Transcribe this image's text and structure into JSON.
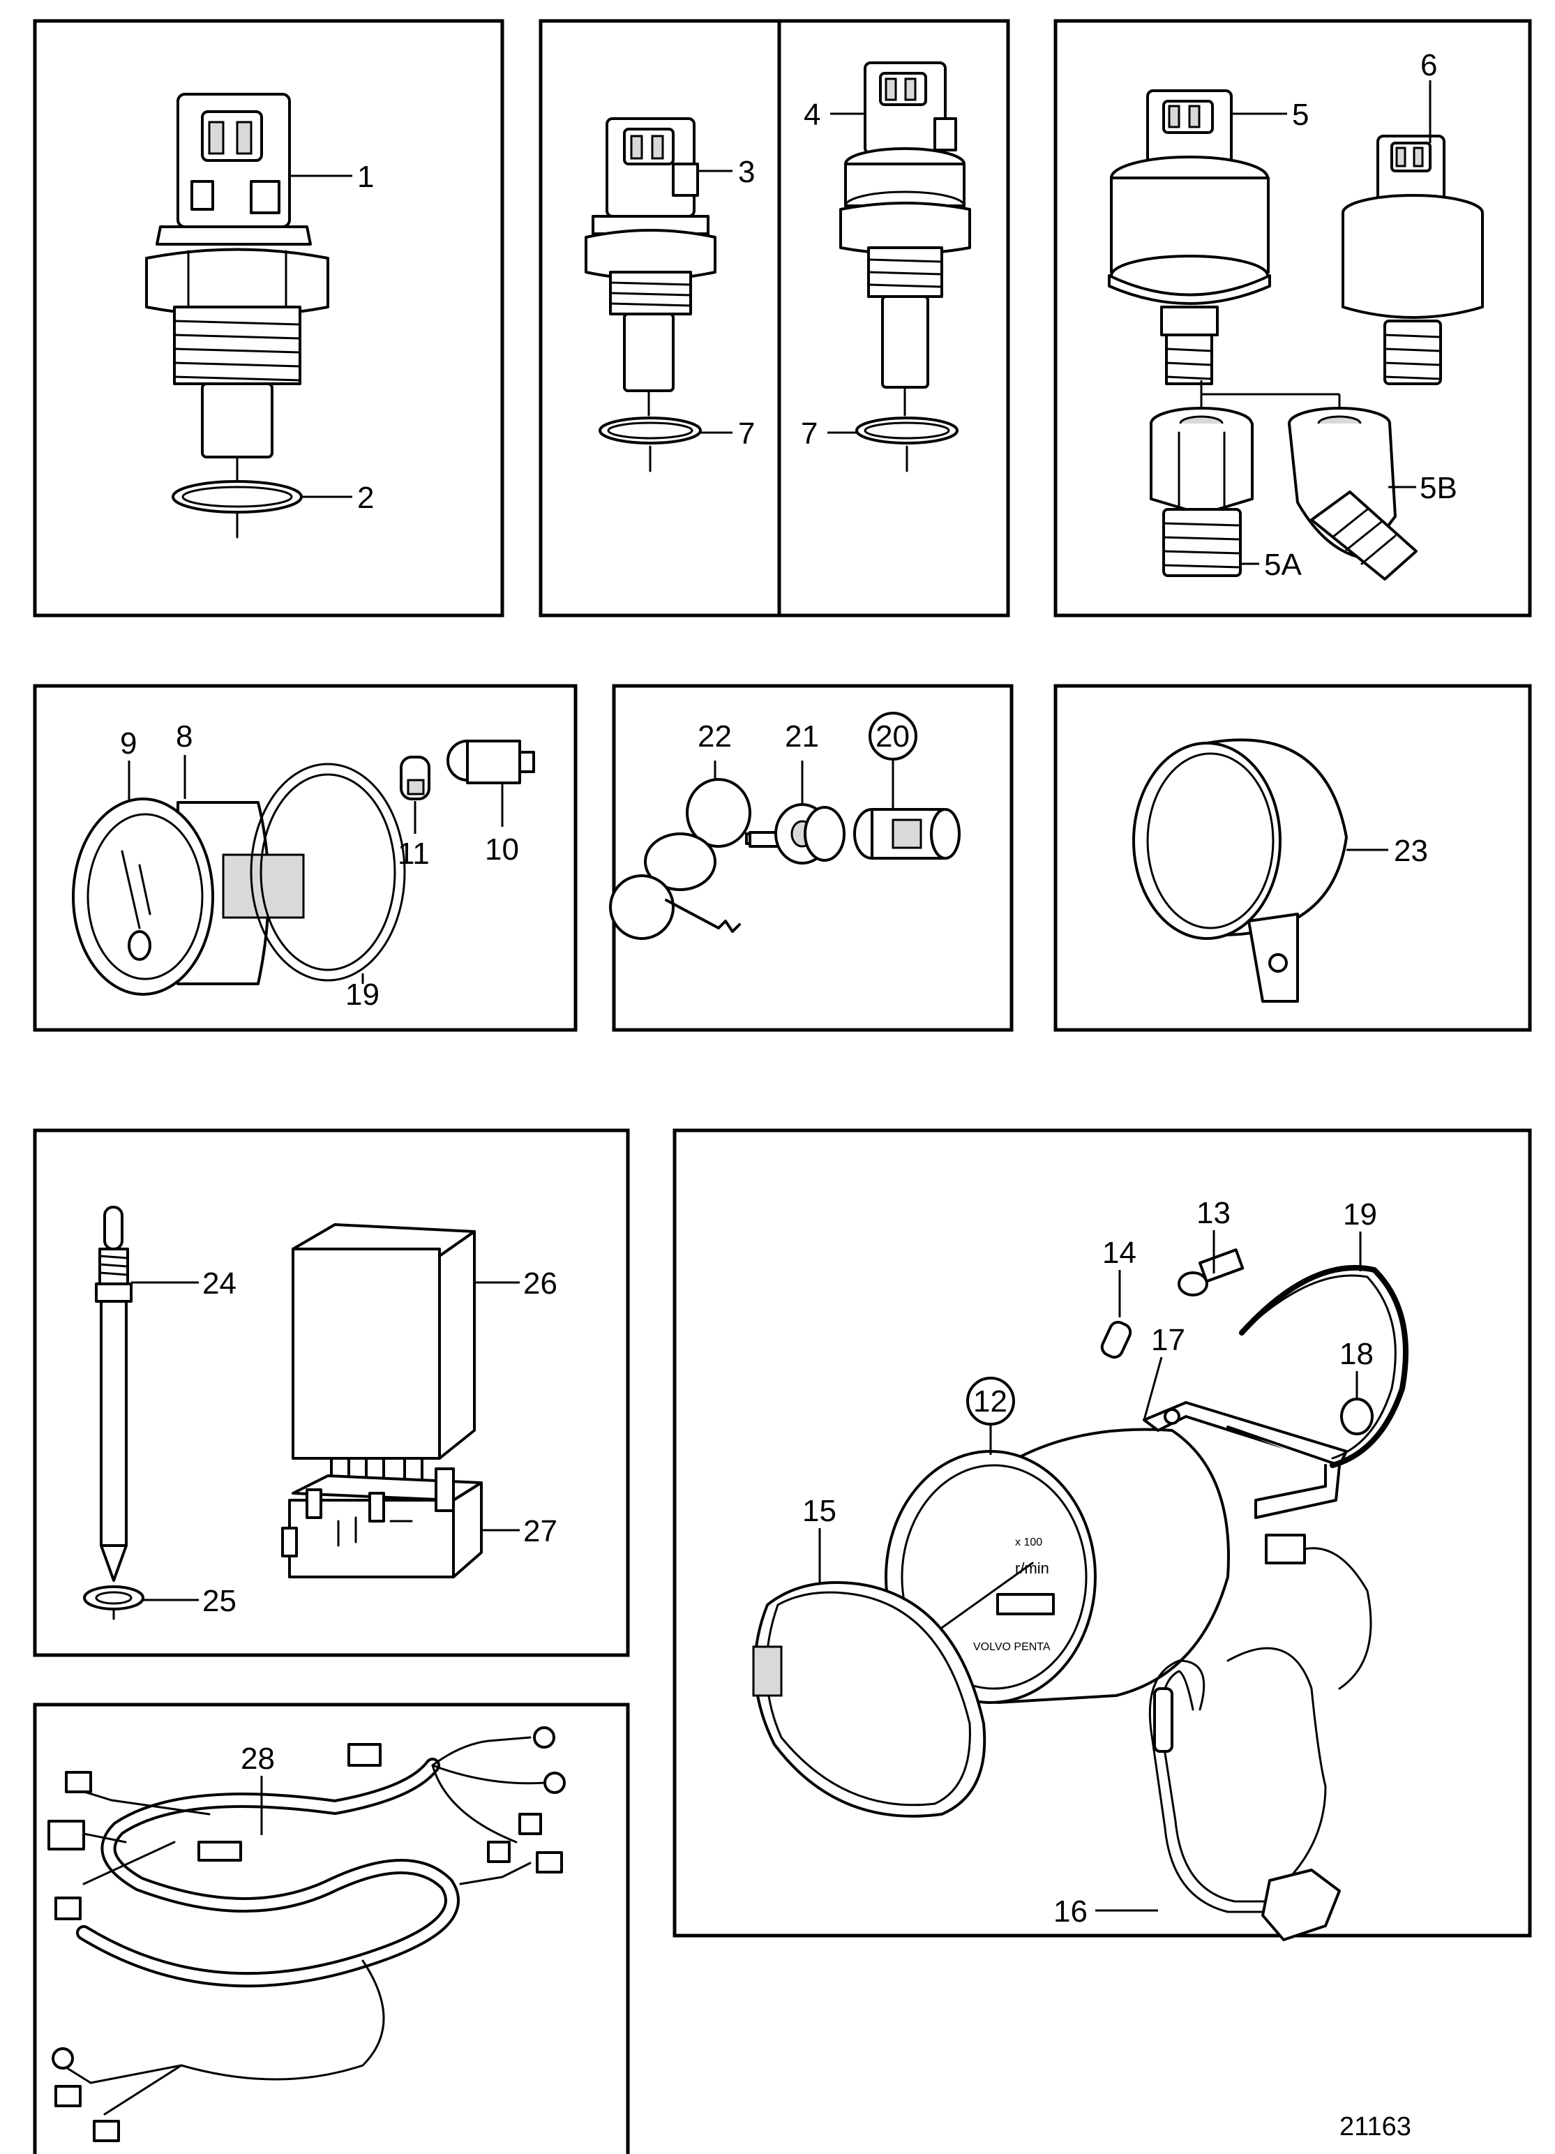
{
  "figure_number": "21163",
  "labels": {
    "p1": "1",
    "p2": "2",
    "p3": "3",
    "p4": "4",
    "p5": "5",
    "p6": "6",
    "p7a": "7",
    "p7b": "7",
    "p5a": "5A",
    "p5b": "5B",
    "p8": "8",
    "p9": "9",
    "p10": "10",
    "p11": "11",
    "p19a": "19",
    "p20": "20",
    "p21": "21",
    "p22": "22",
    "p23": "23",
    "p24": "24",
    "p25": "25",
    "p26": "26",
    "p27": "27",
    "p28": "28",
    "p12": "12",
    "p13": "13",
    "p14": "14",
    "p15": "15",
    "p16": "16",
    "p17": "17",
    "p18": "18",
    "p19b": "19"
  },
  "gauge": {
    "scale": "x 100",
    "unit": "r/min",
    "brand": "VOLVO PENTA"
  }
}
